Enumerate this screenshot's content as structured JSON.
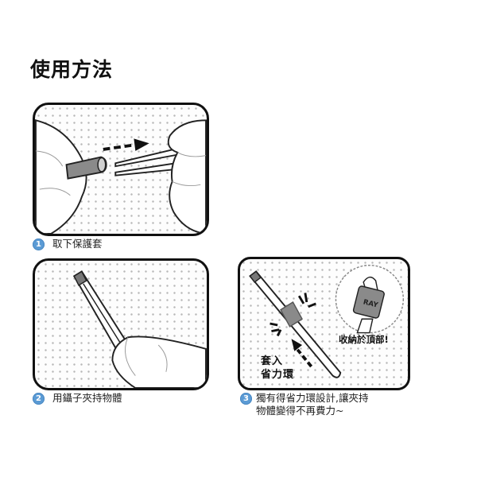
{
  "page": {
    "title": "使用方法"
  },
  "steps": [
    {
      "number": "1",
      "caption_lines": [
        "取下保護套"
      ],
      "illustration": "hand-removing-protective-cap-from-tweezers"
    },
    {
      "number": "2",
      "caption_lines": [
        "用鑷子夾持物體"
      ],
      "illustration": "hand-holding-tweezers"
    },
    {
      "number": "3",
      "caption_lines": [
        "獨有得省力環設計,讓夾持",
        "物體變得不再費力~"
      ],
      "illustration": "tweezers-with-grip-ring",
      "annotations": {
        "ring_label_lines": [
          "套入",
          "省力環"
        ],
        "storage_label": "收納於頂部!",
        "logo_text": "RAY"
      }
    }
  ],
  "colors": {
    "badge": "#5b9bd5",
    "panel_border": "#111111",
    "dot_pattern": "#b8b8b8",
    "accent_gray": "#8a8a8a"
  }
}
